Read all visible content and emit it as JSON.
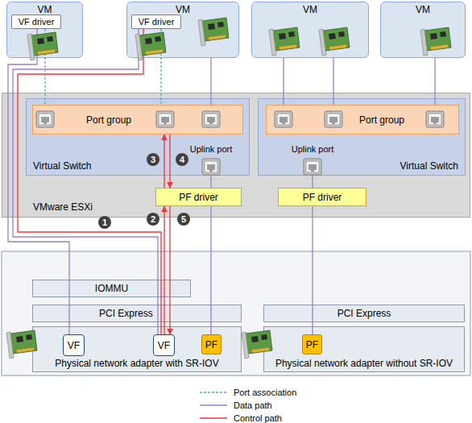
{
  "diagram": {
    "nodes": [
      {
        "text": [
          "VM"
        ]
      },
      {
        "text": [
          "VF driver"
        ],
        "in": 0
      },
      {
        "text": [
          "VM"
        ]
      },
      {
        "text": [
          "VF driver"
        ],
        "in": 2
      },
      {
        "text": [
          "VM"
        ]
      },
      {
        "text": [
          "VM"
        ]
      },
      {
        "text": [
          "VMware ESXi"
        ]
      },
      {
        "text": [
          "Virtual Switch"
        ],
        "in": 6
      },
      {
        "text": [
          "Port group"
        ],
        "in": 7
      },
      {
        "text": [
          "Uplink port"
        ],
        "in": 7
      },
      {
        "text": [
          "Virtual Switch"
        ],
        "in": 6
      },
      {
        "text": [
          "Port group"
        ],
        "in": 10
      },
      {
        "text": [
          "Uplink port"
        ],
        "in": 10
      },
      {
        "text": [
          "PF driver"
        ],
        "in": 6
      },
      {
        "text": [
          "PF driver"
        ],
        "in": 6
      },
      {
        "text": [
          "IOMMU"
        ]
      },
      {
        "text": [
          "PCI Express"
        ]
      },
      {
        "text": [
          "PCI Express"
        ]
      },
      {
        "text": [
          "Physical network adapter with SR-IOV"
        ]
      },
      {
        "text": [
          "VF"
        ],
        "in": 18
      },
      {
        "text": [
          "VF"
        ],
        "in": 18
      },
      {
        "text": [
          "PF"
        ],
        "in": 18
      },
      {
        "text": [
          "Physical network adapter without SR-IOV"
        ]
      },
      {
        "text": [
          "PF"
        ],
        "in": 22
      }
    ],
    "edges": [
      {
        "from": 1,
        "to": 8,
        "arrow": "none"
      },
      {
        "from": 3,
        "to": 8,
        "arrow": "none"
      },
      {
        "from": 2,
        "to": 8,
        "arrow": "none"
      },
      {
        "from": 4,
        "to": 11,
        "arrow": "none"
      },
      {
        "from": 4,
        "to": 11,
        "arrow": "none"
      },
      {
        "from": 5,
        "to": 11,
        "arrow": "none"
      },
      {
        "from": 9,
        "to": 13,
        "arrow": "none"
      },
      {
        "from": 13,
        "to": 21,
        "arrow": "none"
      },
      {
        "from": 12,
        "to": 14,
        "arrow": "none"
      },
      {
        "from": 14,
        "to": 23,
        "arrow": "none"
      },
      {
        "from": 1,
        "to": 19,
        "arrow": "none"
      },
      {
        "from": 3,
        "to": 20,
        "arrow": "none"
      },
      {
        "from": 3,
        "to": 20,
        "arrow": "none"
      },
      {
        "from": 13,
        "to": 8,
        "arrow": "to"
      },
      {
        "from": 8,
        "to": 13,
        "arrow": "to"
      },
      {
        "from": 20,
        "to": 13,
        "arrow": "to"
      },
      {
        "from": 13,
        "to": 20,
        "arrow": "to"
      }
    ],
    "labels": [
      "3",
      "4",
      "1",
      "2",
      "5"
    ],
    "legend": [
      {
        "text": "Port association"
      },
      {
        "text": "Data path"
      },
      {
        "text": "Control path"
      }
    ]
  }
}
